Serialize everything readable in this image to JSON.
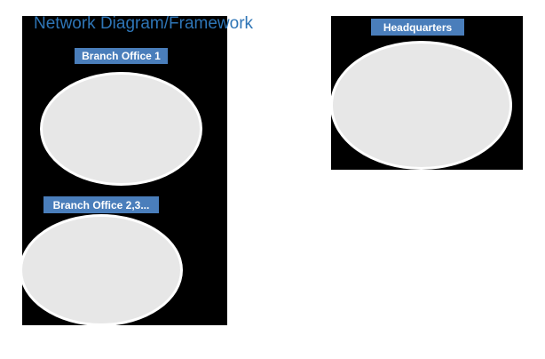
{
  "title": {
    "text": "Network Diagram/Framework"
  },
  "zones": [
    {
      "id": "branch-office-1",
      "label": "Branch Office 1"
    },
    {
      "id": "branch-office-2-3",
      "label": "Branch Office 2,3..."
    },
    {
      "id": "headquarters",
      "label": "Headquarters"
    }
  ],
  "colors": {
    "background": "#FFFFFF",
    "zone_box_fill": "#000000",
    "header_fill": "#4A7EBB",
    "header_text": "#FFFFFF",
    "title_text": "#2E75B6",
    "ellipse_fill": "#E7E7E7",
    "ellipse_outline": "#FFFFFF"
  }
}
